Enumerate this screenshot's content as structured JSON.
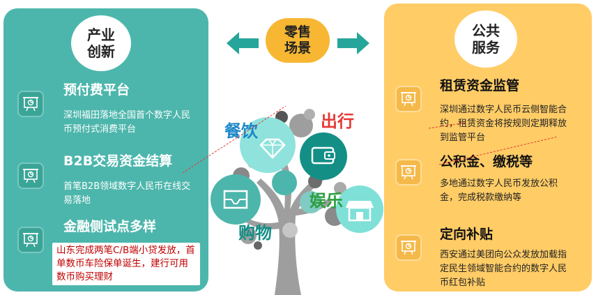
{
  "center": {
    "title_line1": "零售",
    "title_line2": "场景"
  },
  "left": {
    "header_line1": "产业",
    "header_line2": "创新",
    "items": [
      {
        "title": "预付费平台",
        "desc": "深圳福田落地全国首个数字人民币预付式消费平台"
      },
      {
        "title": "B2B交易资金结算",
        "desc": "首笔B2B领域数字人民币在线交易落地"
      },
      {
        "title": "金融侧试点多样",
        "desc": "山东完成两笔C/B端小贷发放，首单数币车险保单诞生，建行可用数币购买理财"
      }
    ]
  },
  "right": {
    "header_line1": "公共",
    "header_line2": "服务",
    "items": [
      {
        "title": "租赁资金监管",
        "desc": "深圳通过数字人民币云侧智能合约，租赁资金将按规则定期释放到监管平台"
      },
      {
        "title": "公积金、缴税等",
        "desc": "多地通过数字人民币发放公积金，完成税款缴纳等"
      },
      {
        "title": "定向补贴",
        "desc": "西安通过美团向公众发放加载指定民生领域智能合约的数字人民币红包补贴"
      }
    ]
  },
  "tree": {
    "dining": "餐饮",
    "travel": "出行",
    "entertainment": "娱乐",
    "shopping": "购物"
  },
  "colors": {
    "teal": "#4db6ac",
    "yellow": "#ffcc66",
    "accent_orange": "#f7b733",
    "arrow_teal": "#26a69a",
    "dining_blue": "#1e88c9",
    "travel_red": "#e53935",
    "entertain_green": "#2e9e3e",
    "shopping_teal": "#138f86"
  },
  "icons": [
    "presentation-board-icon",
    "diamond-icon",
    "wallet-icon",
    "tray-icon",
    "shop-icon",
    "arrow-left-icon",
    "arrow-right-icon"
  ]
}
